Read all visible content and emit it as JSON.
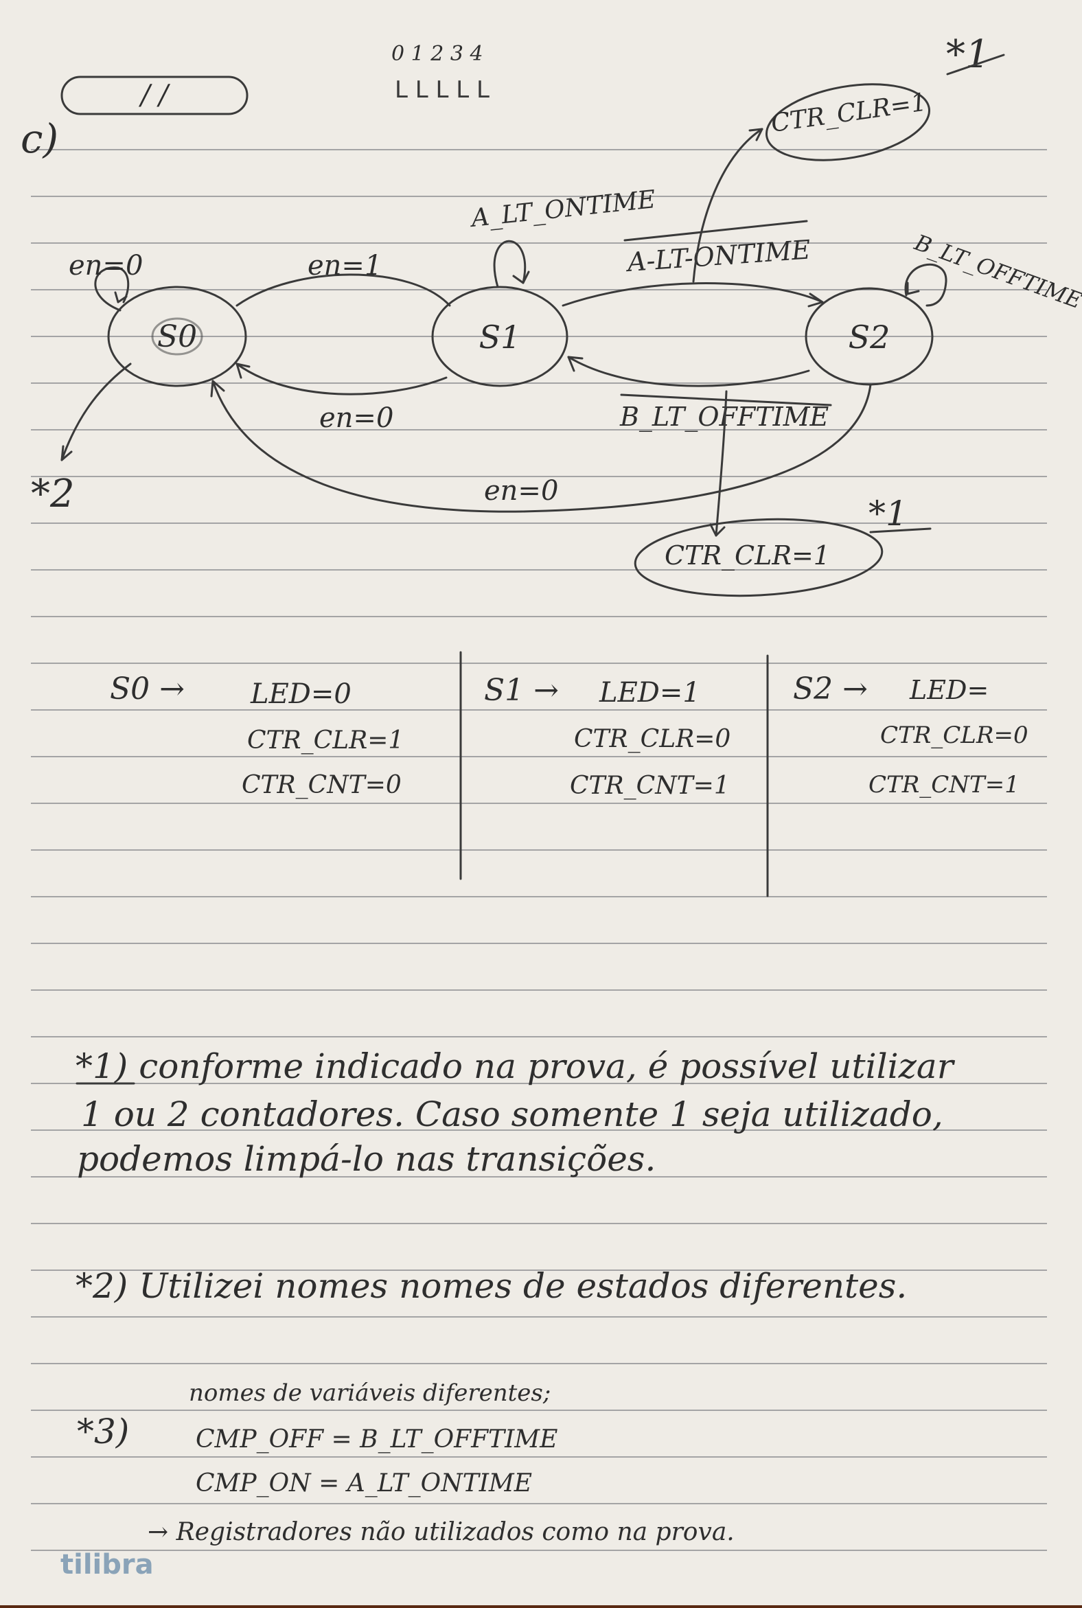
{
  "header": {
    "date_placeholder": "/  /",
    "section": "c)",
    "index_numbers": "0 1 2 3 4",
    "index_marks": "L L L L L"
  },
  "diagram": {
    "states": [
      "S0",
      "S1",
      "S2"
    ],
    "edges": {
      "s0_self": "en=0",
      "s0_s1": "en=1",
      "s1_s0": "en=0",
      "s1_self": "A_LT_ONTIME",
      "s1_s2": "A-LT-ONTIME",
      "s2_self": "B_LT_OFFTIME",
      "s2_s1": "B_LT_OFFTIME",
      "s2_s0": "en=0"
    },
    "notes": {
      "ctr_clr_top": "CTR_CLR=1",
      "ctr_clr_bottom": "CTR_CLR=1",
      "mark1_top": "*1",
      "mark1_bottom": "*1",
      "mark2": "*2"
    }
  },
  "outputs": [
    {
      "state": "S0 →",
      "led": "LED=0",
      "clr": "CTR_CLR=1",
      "cnt": "CTR_CNT=0"
    },
    {
      "state": "S1 →",
      "led": "LED=1",
      "clr": "CTR_CLR=0",
      "cnt": "CTR_CNT=1"
    },
    {
      "state": "S2 →",
      "led": "LED=",
      "clr": "CTR_CLR=0",
      "cnt": "CTR_CNT=1"
    }
  ],
  "notes": {
    "n1_line1": "*1) conforme indicado na prova, é possível utilizar",
    "n1_line2": "1 ou 2 contadores. Caso somente 1 seja utilizado,",
    "n1_line3": "podemos limpá-lo nas transições.",
    "n2": "*2) Utilizei nomes nomes de estados diferentes.",
    "n3_header": "nomes de variáveis diferentes;",
    "n3_mark": "*3)",
    "n3_line1": "CMP_OFF  =  B_LT_OFFTIME",
    "n3_line2": "CMP_ON  =  A_LT_ONTIME",
    "n3_line3": "→ Registradores não utilizados como na prova."
  },
  "brand": "tilibra"
}
